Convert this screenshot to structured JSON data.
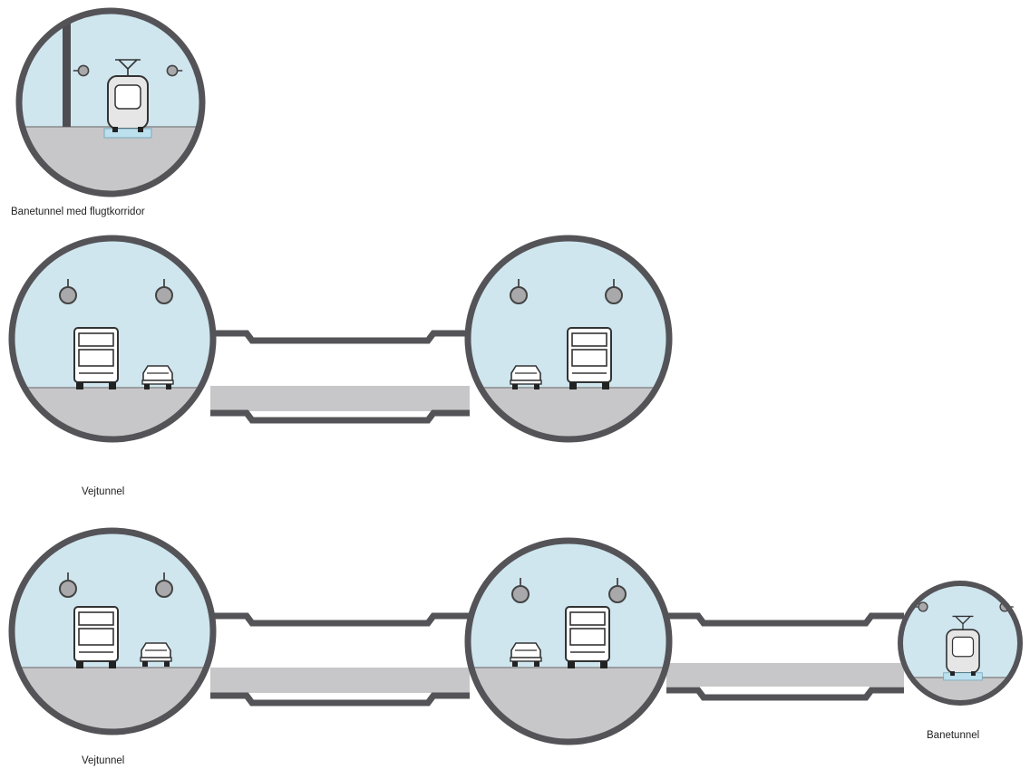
{
  "captions": {
    "rail_tunnel_escape": "Banetunnel med flugtkorridor",
    "road_tunnel_1": "Vejtunnel",
    "road_tunnel_2": "Vejtunnel",
    "rail_tunnel": "Banetunnel"
  },
  "colors": {
    "sky": "#cfe6ef",
    "ground": "#c7c7c9",
    "ring": "#545458",
    "vehicle_outline": "#333333",
    "vehicle_fill": "#ffffff",
    "lamp": "#a9a9ab"
  },
  "groups": [
    {
      "id": "rail-escape",
      "tubes": [
        "rail"
      ],
      "links": 0
    },
    {
      "id": "road-twin",
      "tubes": [
        "road",
        "road"
      ],
      "links": 1
    },
    {
      "id": "road-twin-rail",
      "tubes": [
        "road",
        "road",
        "rail"
      ],
      "links": 2
    }
  ]
}
